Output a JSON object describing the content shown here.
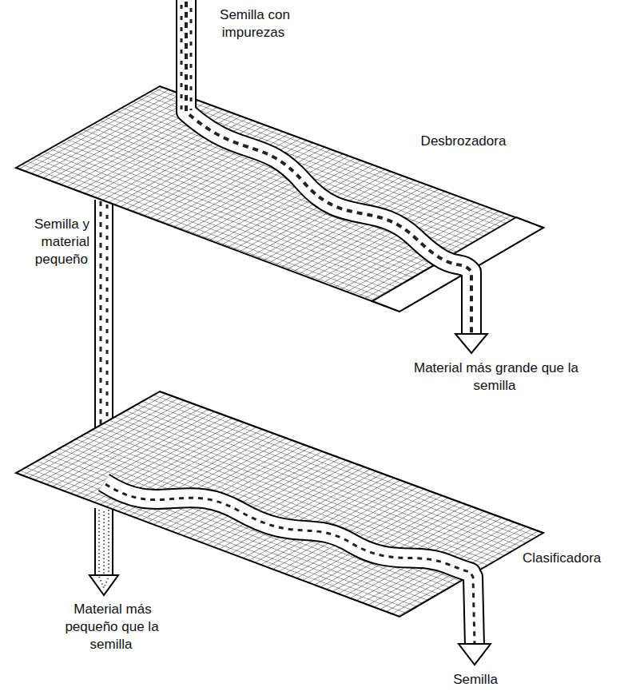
{
  "diagram": {
    "labels": [
      "Semilla con impurezas",
      "Desbrozadora",
      "Semilla y material pequeño",
      "Material más grande que la semilla",
      "Clasificadora",
      "Material más pequeño que la semilla",
      "Semilla"
    ]
  }
}
